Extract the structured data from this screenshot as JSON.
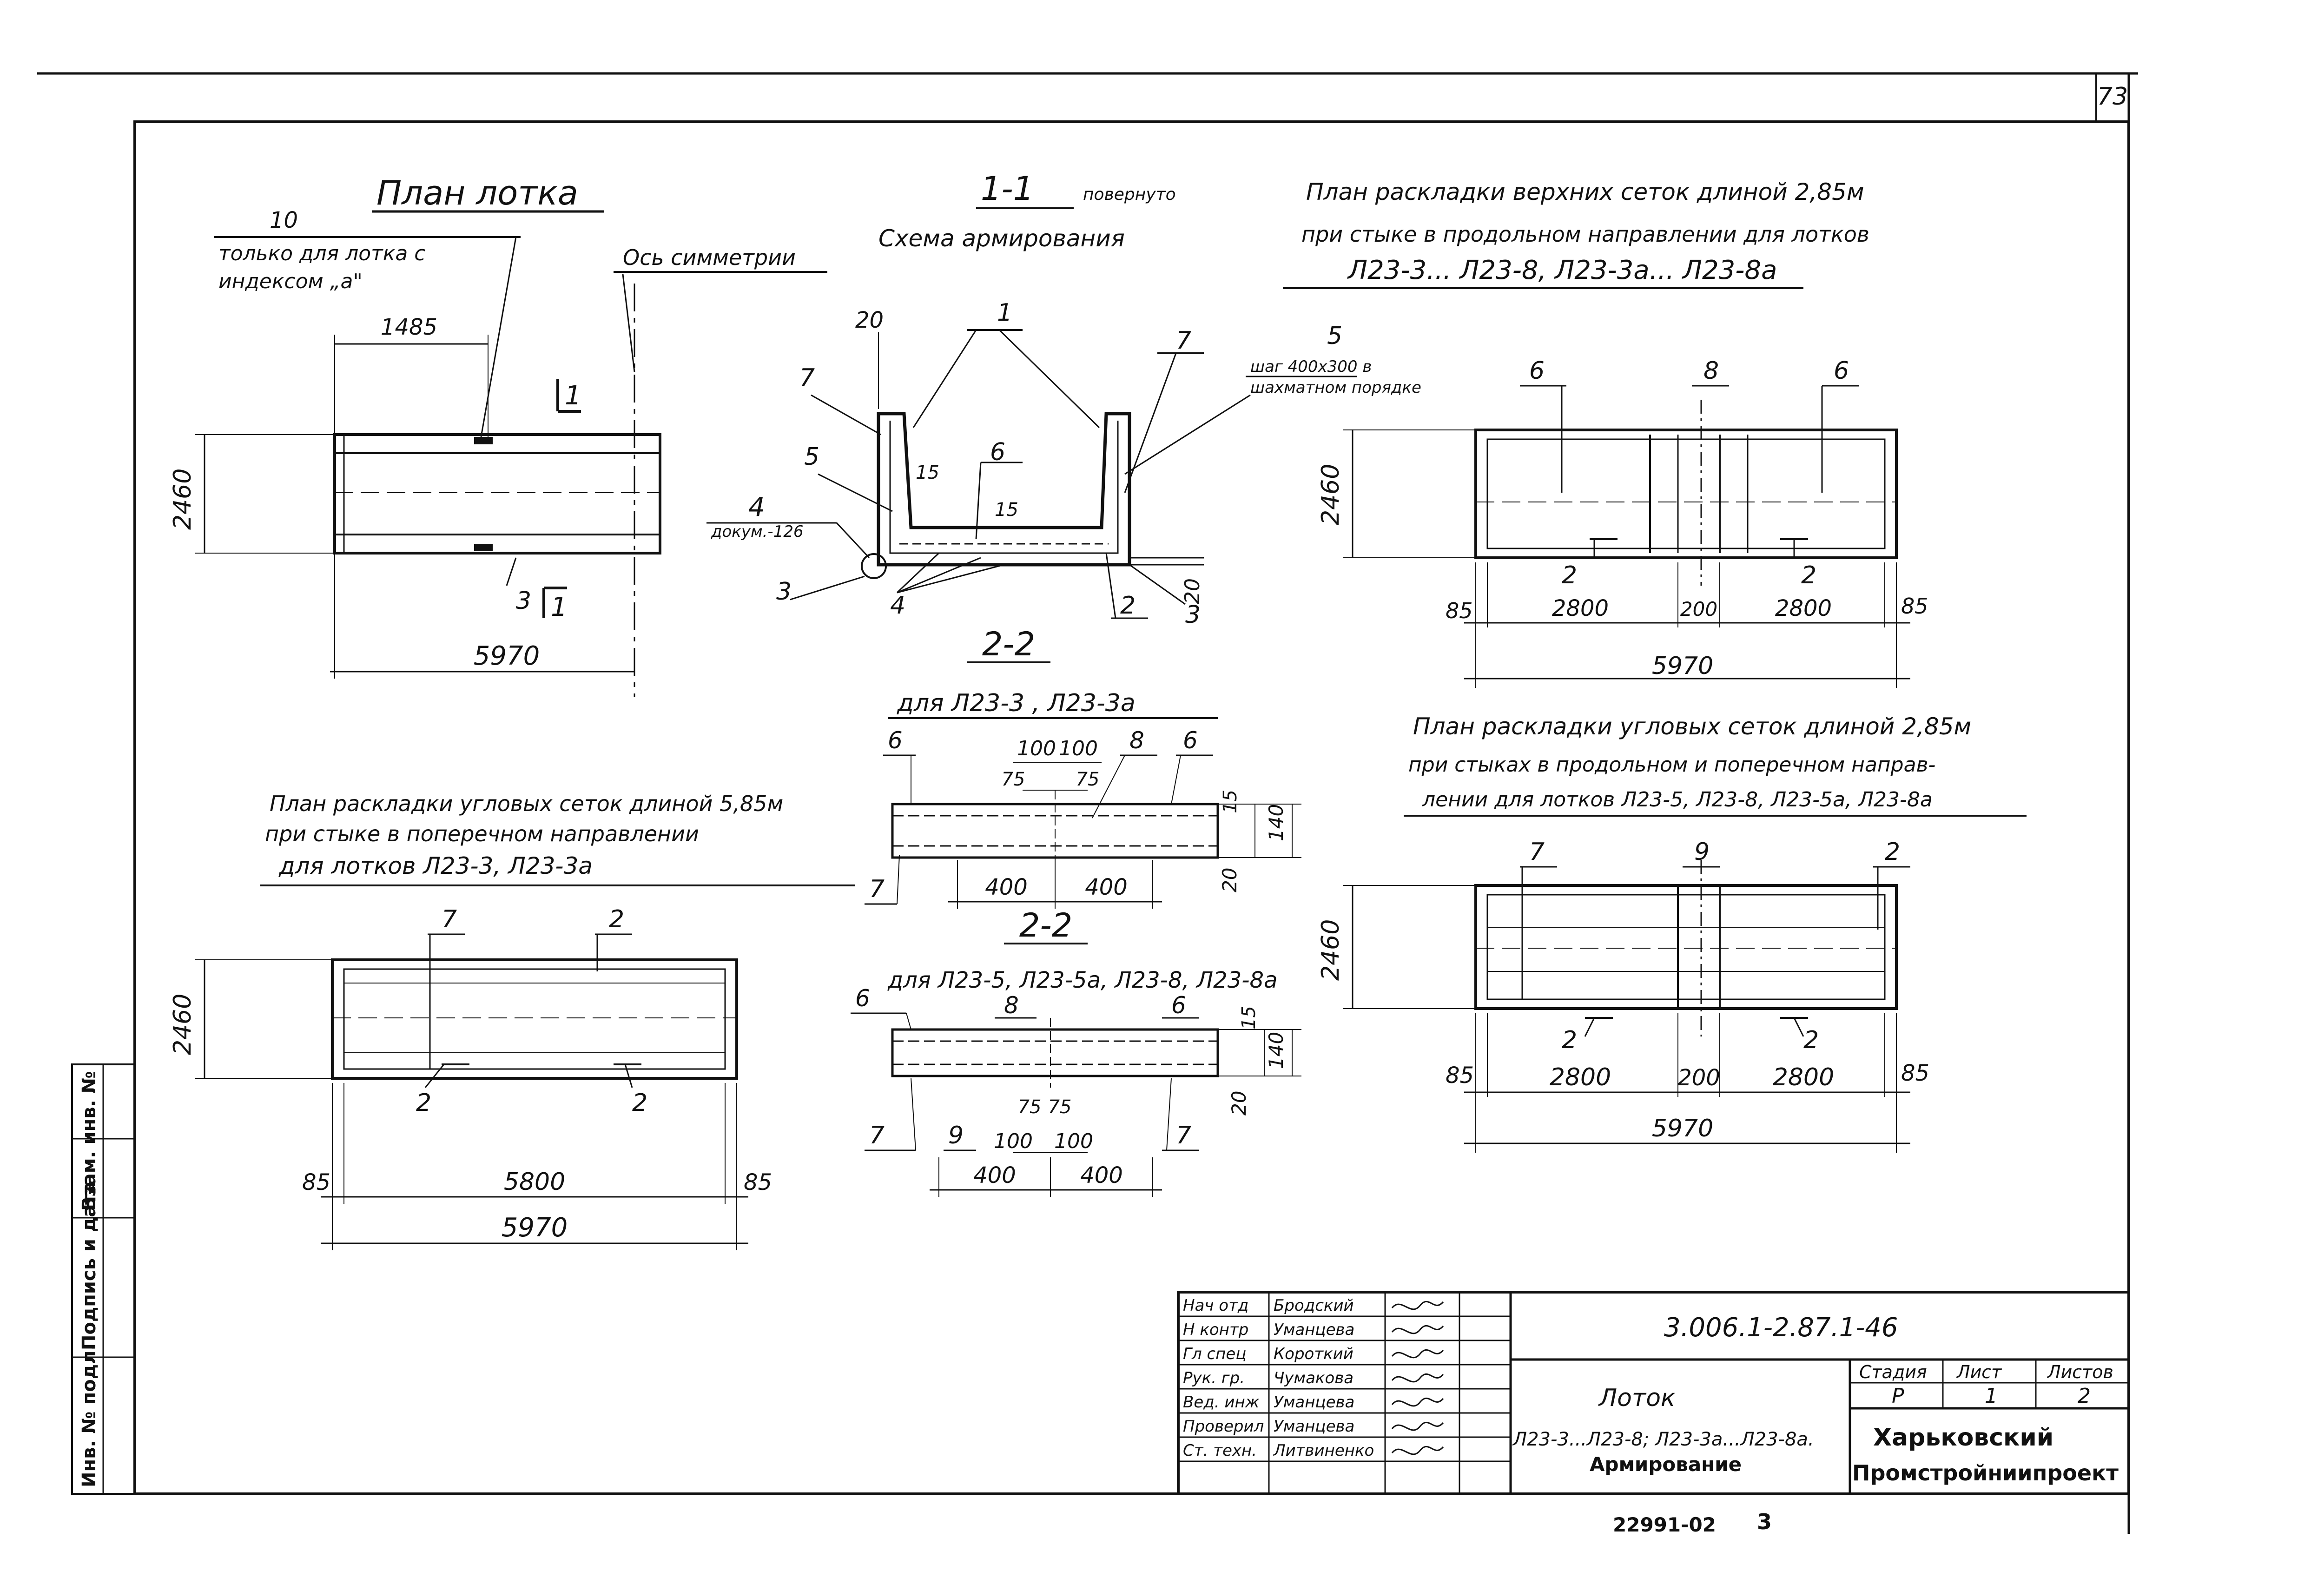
{
  "sheet": {
    "page_number": "73",
    "footer_code": "22991-02",
    "footer_num": "3"
  },
  "plan_tray": {
    "title": "План лотка",
    "mark_10": "10",
    "note_l1": "только для лотка с",
    "note_l2": "индексом „a\"",
    "axis_label": "Ось симметрии",
    "dim_1485": "1485",
    "dim_2460": "2460",
    "dim_5970": "5970",
    "section_mark_top": "1",
    "section_mark_bot": "1",
    "mark_3": "3"
  },
  "section_1_1": {
    "title": "1-1",
    "rotated": "повернуто",
    "subtitle": "Схема армирования",
    "m20": "20",
    "m1": "1",
    "m7a": "7",
    "m7b": "7",
    "m5a": "5",
    "m5b": "5",
    "note5_l1": "шаг 400x300 в",
    "note5_l2": "шахматном порядке",
    "m15a": "15",
    "m15b": "15",
    "m6": "6",
    "m4": "4",
    "docum": "докум.-126",
    "m3a": "3",
    "m3b": "3",
    "m4b": "4",
    "m2": "2",
    "m20b": "20"
  },
  "plan_top_mesh": {
    "title_l1": "План раскладки верхних сеток длиной 2,85м",
    "title_l2": "при стыке в продольном направлении для лотков",
    "title_l3": "Л23-3... Л23-8, Л23-3а... Л23-8а",
    "m6a": "6",
    "m8": "8",
    "m6b": "6",
    "m2a": "2",
    "m2b": "2",
    "dim_2460": "2460",
    "dim_85a": "85",
    "dim_2800a": "2800",
    "dim_200": "200",
    "dim_2800b": "2800",
    "dim_85b": "85",
    "dim_5970": "5970"
  },
  "section_2_2_a": {
    "title": "2-2",
    "subtitle": "для Л23-3 , Л23-3а",
    "m6a": "6",
    "m8": "8",
    "m6b": "6",
    "d100a": "100",
    "d100b": "100",
    "d75a": "75",
    "d75b": "75",
    "d15": "15",
    "d140": "140",
    "d20": "20",
    "m7": "7",
    "d400a": "400",
    "d400b": "400"
  },
  "section_2_2_b": {
    "title": "2-2",
    "subtitle": "для Л23-5, Л23-5а, Л23-8, Л23-8а",
    "m6a": "6",
    "m8": "8",
    "m6b": "6",
    "d15": "15",
    "d140": "140",
    "d20": "20",
    "m7a": "7",
    "m9": "9",
    "m7b": "7",
    "d75a": "75",
    "d75b": "75",
    "d100a": "100",
    "d100b": "100",
    "d400a": "400",
    "d400b": "400"
  },
  "plan_corner_a": {
    "title_l1": "План раскладки угловых сеток длиной 5,85м",
    "title_l2": "при стыке в поперечном направлении",
    "title_l3": "для лотков Л23-3, Л23-3а",
    "m7": "7",
    "m2a": "2",
    "m2b": "2",
    "m2c": "2",
    "dim_2460": "2460",
    "dim_85a": "85",
    "dim_5800": "5800",
    "dim_85b": "85",
    "dim_5970": "5970"
  },
  "plan_corner_b": {
    "title_l1": "План раскладки угловых сеток длиной 2,85м",
    "title_l2": "при стыках в продольном и поперечном направ-",
    "title_l3": "лении для лотков Л23-5, Л23-8, Л23-5а, Л23-8а",
    "m7": "7",
    "m9": "9",
    "m2a": "2",
    "m2b": "2",
    "m2c": "2",
    "dim_2460": "2460",
    "dim_85a": "85",
    "dim_2800a": "2800",
    "dim_200": "200",
    "dim_2800b": "2800",
    "dim_85b": "85",
    "dim_5970": "5970"
  },
  "side_stamp": {
    "c1": "Инв. № подл.",
    "c2": "Подпись и дата",
    "c3": "Взам. инв. №"
  },
  "title_block": {
    "roles": [
      "Нач отд",
      "Н контр",
      "Гл спец",
      "Рук. гр.",
      "Вед. инж",
      "Проверил",
      "Ст. техн."
    ],
    "names": [
      "Бродский",
      "Уманцева",
      "Короткий",
      "Чумакова",
      "Уманцева",
      "Уманцева",
      "Литвиненко"
    ],
    "doc_code": "3.006.1-2.87.1-46",
    "title_l1": "Лоток",
    "title_l2": "Л23-3...Л23-8; Л23-3а...Л23-8а.",
    "title_l3": "Армирование",
    "col_stage": "Стадия",
    "col_sheet": "Лист",
    "col_sheets": "Листов",
    "val_stage": "Р",
    "val_sheet": "1",
    "val_sheets": "2",
    "org_l1": "Харьковский",
    "org_l2": "Промстройниипроект"
  }
}
